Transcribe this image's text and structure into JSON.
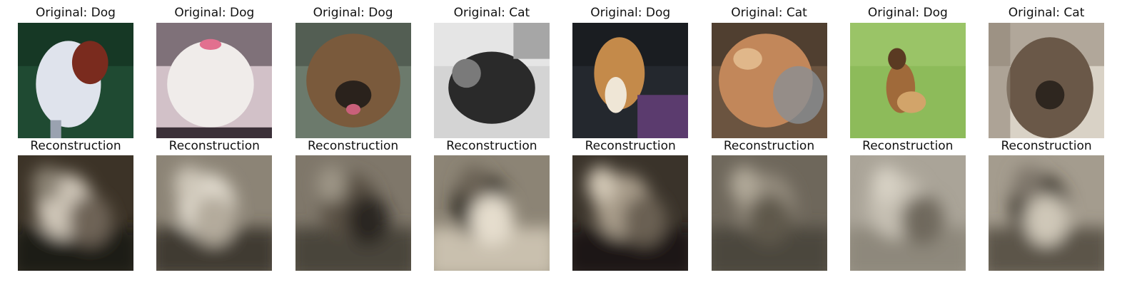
{
  "figure": {
    "columns": [
      {
        "original": {
          "title": "Original: Dog",
          "description": "white and brown small dog standing on dark green lawn",
          "palette": {
            "bg": "#1f4a32",
            "bg2": "#0f2a1c",
            "main": "#dfe3ec",
            "accent": "#7a2b1e",
            "shade": "#9aa2b0"
          }
        },
        "reconstruction": {
          "title": "Reconstruction",
          "description": "blurry beige and dark brown reconstruction",
          "palette": {
            "bg": "#3c3327",
            "bg2": "#1e1a14",
            "main": "#cfc6b8",
            "accent": "#6e6456",
            "shade": "#8a8273"
          }
        }
      },
      {
        "original": {
          "title": "Original: Dog",
          "description": "fluffy white dog with pink bow on pink and dark background",
          "palette": {
            "bg": "#d2c1c8",
            "bg2": "#3b3038",
            "main": "#f0ecea",
            "accent": "#e2708f",
            "shade": "#b9b0ab"
          }
        },
        "reconstruction": {
          "title": "Reconstruction",
          "description": "blurry light beige blob on grey background",
          "palette": {
            "bg": "#8c8476",
            "bg2": "#403a31",
            "main": "#e2dccf",
            "accent": "#b4ab9c",
            "shade": "#cfc8ba"
          }
        }
      },
      {
        "original": {
          "title": "Original: Dog",
          "description": "close-up of brown and black dog face with tongue",
          "palette": {
            "bg": "#6c7a6c",
            "bg2": "#3f473f",
            "main": "#7a5a3c",
            "accent": "#2a221c",
            "shade": "#a38258"
          }
        },
        "reconstruction": {
          "title": "Reconstruction",
          "description": "blurry brown and dark grey reconstruction",
          "palette": {
            "bg": "#7f776a",
            "bg2": "#4a443b",
            "main": "#5a5145",
            "accent": "#2c2722",
            "shade": "#9d9586"
          }
        }
      },
      {
        "original": {
          "title": "Original: Cat",
          "description": "black and white grayscale cat lying down",
          "palette": {
            "bg": "#d4d4d4",
            "bg2": "#f2f2f2",
            "main": "#2a2a2a",
            "accent": "#7a7a7a",
            "shade": "#a6a6a6"
          }
        },
        "reconstruction": {
          "title": "Reconstruction",
          "description": "blurry cream and dark brown reconstruction",
          "palette": {
            "bg": "#8c8475",
            "bg2": "#c9c0ae",
            "main": "#2f2923",
            "accent": "#e5ddcd",
            "shade": "#6a6255"
          }
        }
      },
      {
        "original": {
          "title": "Original: Dog",
          "description": "tan and white dog in front of dark background with purple cloth",
          "palette": {
            "bg": "#24282e",
            "bg2": "#121418",
            "main": "#c48a4a",
            "accent": "#5b3b6e",
            "shade": "#efe6d6"
          }
        },
        "reconstruction": {
          "title": "Reconstruction",
          "description": "blurry dark brown reconstruction with light center",
          "palette": {
            "bg": "#3a332a",
            "bg2": "#1b1814",
            "main": "#a89c8a",
            "accent": "#6a6152",
            "shade": "#d2c7b5"
          }
        }
      },
      {
        "original": {
          "title": "Original: Cat",
          "description": "orange and grey long-haired cat face",
          "palette": {
            "bg": "#6b5440",
            "bg2": "#3a2d22",
            "main": "#c2875a",
            "accent": "#8a8f94",
            "shade": "#e0b78a"
          }
        },
        "reconstruction": {
          "title": "Reconstruction",
          "description": "blurry grey-brown reconstruction",
          "palette": {
            "bg": "#6e675b",
            "bg2": "#4b463d",
            "main": "#948c7e",
            "accent": "#5f584c",
            "shade": "#b1a999"
          }
        }
      },
      {
        "original": {
          "title": "Original: Dog",
          "description": "small brown dog sitting on green grass",
          "palette": {
            "bg": "#8dbb5a",
            "bg2": "#a6cc72",
            "main": "#a06a3a",
            "accent": "#5a3a22",
            "shade": "#d2a46a"
          }
        },
        "reconstruction": {
          "title": "Reconstruction",
          "description": "blurry light grey reconstruction",
          "palette": {
            "bg": "#aaa498",
            "bg2": "#8e887c",
            "main": "#c6c0b3",
            "accent": "#6f695d",
            "shade": "#d7d1c4"
          }
        }
      },
      {
        "original": {
          "title": "Original: Cat",
          "description": "tabby cat face close-up with light background",
          "palette": {
            "bg": "#d9d2c6",
            "bg2": "#8f8476",
            "main": "#6a5848",
            "accent": "#2e261f",
            "shade": "#a99683"
          }
        },
        "reconstruction": {
          "title": "Reconstruction",
          "description": "blurry grey reconstruction with dark center",
          "palette": {
            "bg": "#a49c8e",
            "bg2": "#5c554a",
            "main": "#3a342c",
            "accent": "#cfc7b8",
            "shade": "#7e766a"
          }
        }
      }
    ]
  }
}
